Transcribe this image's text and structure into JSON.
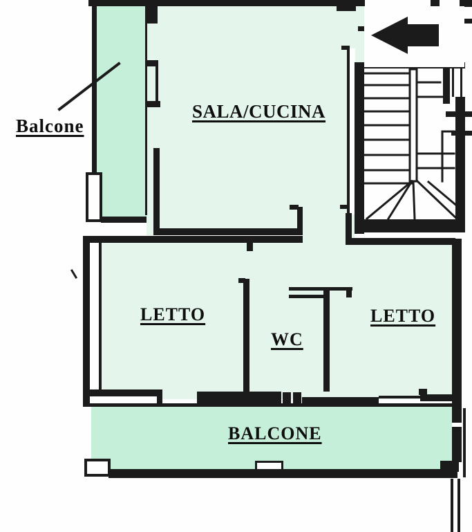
{
  "document": {
    "kind": "apartment-floor-plan"
  },
  "labels": {
    "balcony_top": "Balcone",
    "living_kitchen": "SALA/CUCINA",
    "bedroom_left": "LETTO",
    "wc": "WC",
    "bedroom_right": "LETTO",
    "balcony_bottom": "BALCONE"
  },
  "icons": {
    "entrance_arrow": "left-arrow"
  },
  "colors": {
    "wall": "#1b1b1b",
    "balcony_fill": "#c6efd9",
    "room_fill": "#e4f6ec",
    "label_ink": "#0e0e0e",
    "paper": "#fefefe"
  }
}
